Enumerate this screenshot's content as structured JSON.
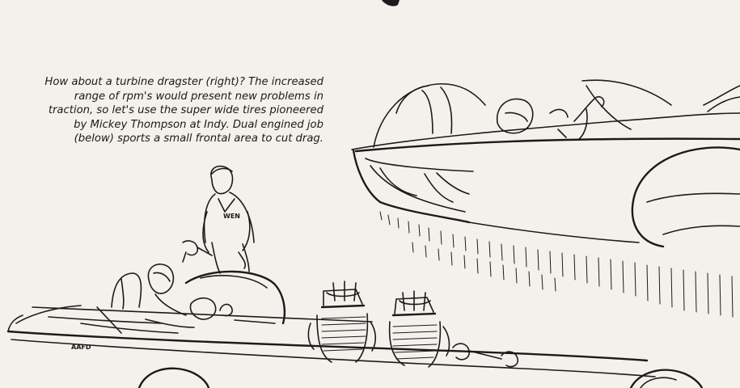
{
  "caption": {
    "lines": [
      "How about a turbine dragster (right)? The increased",
      "range of rpm's would present new problems in",
      "traction, so let's use the super wide tires pioneered",
      "by Mickey Thompson at Indy. Dual engined job",
      "(below) sports a small frontal area to cut drag."
    ]
  },
  "illustration": {
    "crew_shirt_text": "WEN",
    "car_number_text": "AAFD"
  },
  "colors": {
    "paper": "#f4f1ec",
    "ink": "#1b1b1b"
  }
}
